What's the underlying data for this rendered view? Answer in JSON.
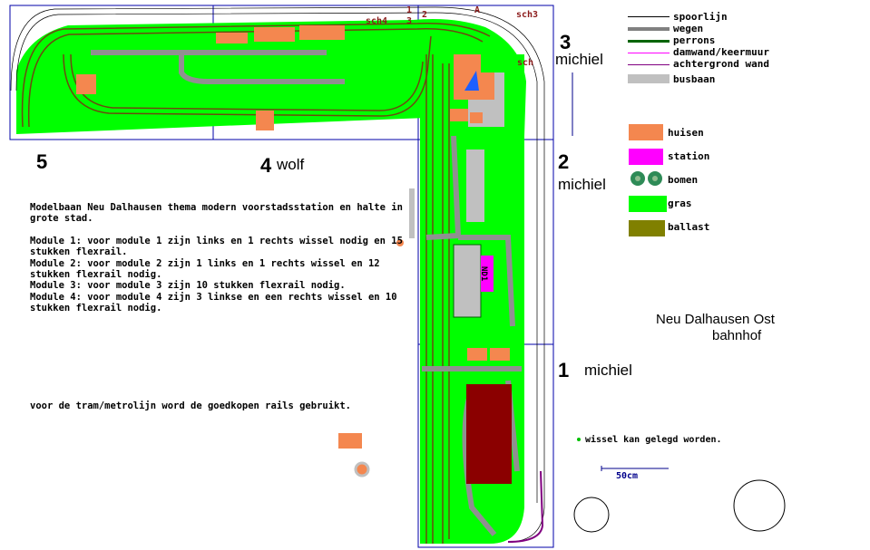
{
  "modules": {
    "m1": {
      "number": "1",
      "owner": "michiel"
    },
    "m2": {
      "number": "2",
      "owner": "michiel"
    },
    "m3": {
      "number": "3",
      "owner": "michiel"
    },
    "m4": {
      "number": "4",
      "owner": "wolf"
    },
    "m5": {
      "number": "5"
    }
  },
  "station_name": {
    "line1": "Neu Dalhausen Ost",
    "line2": "bahnhof"
  },
  "station_sign": "ND1",
  "track_marks": {
    "sch4": "sch4",
    "sch3": "sch3",
    "sch": "sch",
    "a": "A",
    "one": "1",
    "two": "2",
    "three": "3"
  },
  "description": {
    "title": "Modelbaan Neu Dalhausen thema modern voorstadsstation en halte in grote stad.",
    "module1": "Module 1: voor module 1 zijn    links en 1 rechts wissel nodig en 15 stukken flexrail.",
    "module2": "Module 2: voor module 2 zijn 1 links en 1 rechts wissel en 12 stukken flexrail nodig.",
    "module3": "Module 3: voor module 3 zijn 10 stukken flexrail nodig.",
    "module4": "Module 4: voor module 4 zijn 3 linkse en een rechts wissel en 10 stukken flexrail nodig.",
    "tram_note": "voor de tram/metrolijn word de goedkopen rails gebruikt."
  },
  "legend": {
    "lines": [
      {
        "label": "spoorlijn",
        "color": "#000000"
      },
      {
        "label": "wegen",
        "color": "#808080"
      },
      {
        "label": "perrons",
        "color": "#006400"
      },
      {
        "label": "damwand/keermuur",
        "color": "#ff00ff"
      },
      {
        "label": "achtergrond wand",
        "color": "#800080"
      },
      {
        "label": "busbaan",
        "color": "#c0c0c0"
      }
    ],
    "fills": [
      {
        "label": "huisen",
        "color": "#f4a460"
      },
      {
        "label": "station",
        "color": "#ff00ff"
      },
      {
        "label": "bomen",
        "color": "#2e8b57"
      },
      {
        "label": "gras",
        "color": "#00ff00"
      },
      {
        "label": "ballast",
        "color": "#808000"
      }
    ]
  },
  "switch_note": "wissel kan gelegd worden.",
  "scale": "50cm",
  "colors": {
    "grass": "#00ff00",
    "road": "#909090",
    "house": "#f4874f",
    "ballast": "#8b6914",
    "station": "#ff00ff",
    "depot": "#8b0000"
  }
}
